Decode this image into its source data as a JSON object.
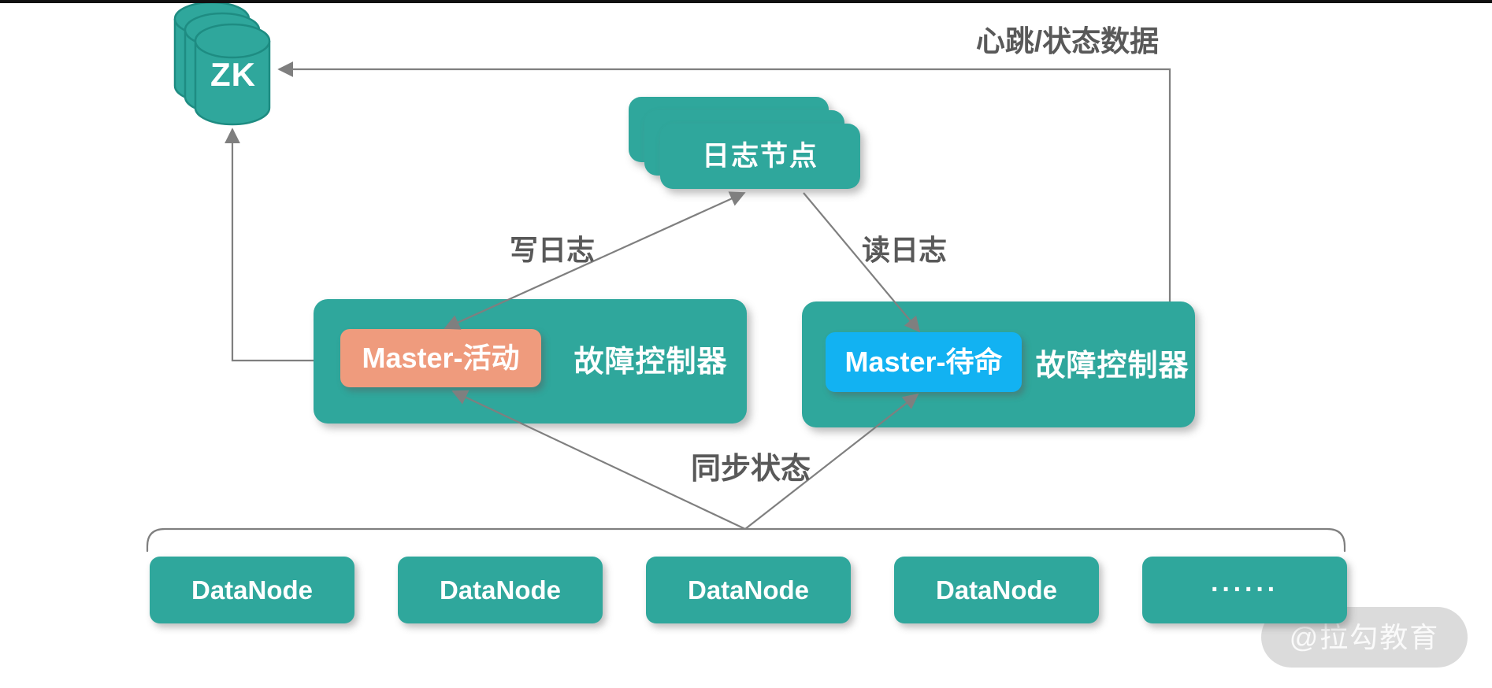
{
  "colors": {
    "teal": "#2FA79C",
    "teal_border": "#1E8C82",
    "salmon": "#EF9B7D",
    "blue": "#12B2F2",
    "line": "#7F7F7F",
    "label_text": "#595959",
    "watermark_bg": "#D9D9D9"
  },
  "zk": {
    "label": "ZK"
  },
  "journal": {
    "label": "日志节点"
  },
  "controllers": {
    "active": {
      "badge": "Master-活动",
      "label": "故障控制器"
    },
    "standby": {
      "badge": "Master-待命",
      "label": "故障控制器"
    }
  },
  "edges": {
    "heartbeat": "心跳/状态数据",
    "write_log": "写日志",
    "read_log": "读日志",
    "sync_state": "同步状态"
  },
  "datanodes": [
    "DataNode",
    "DataNode",
    "DataNode",
    "DataNode",
    "······"
  ],
  "watermark": {
    "text": "@拉勾教育"
  }
}
